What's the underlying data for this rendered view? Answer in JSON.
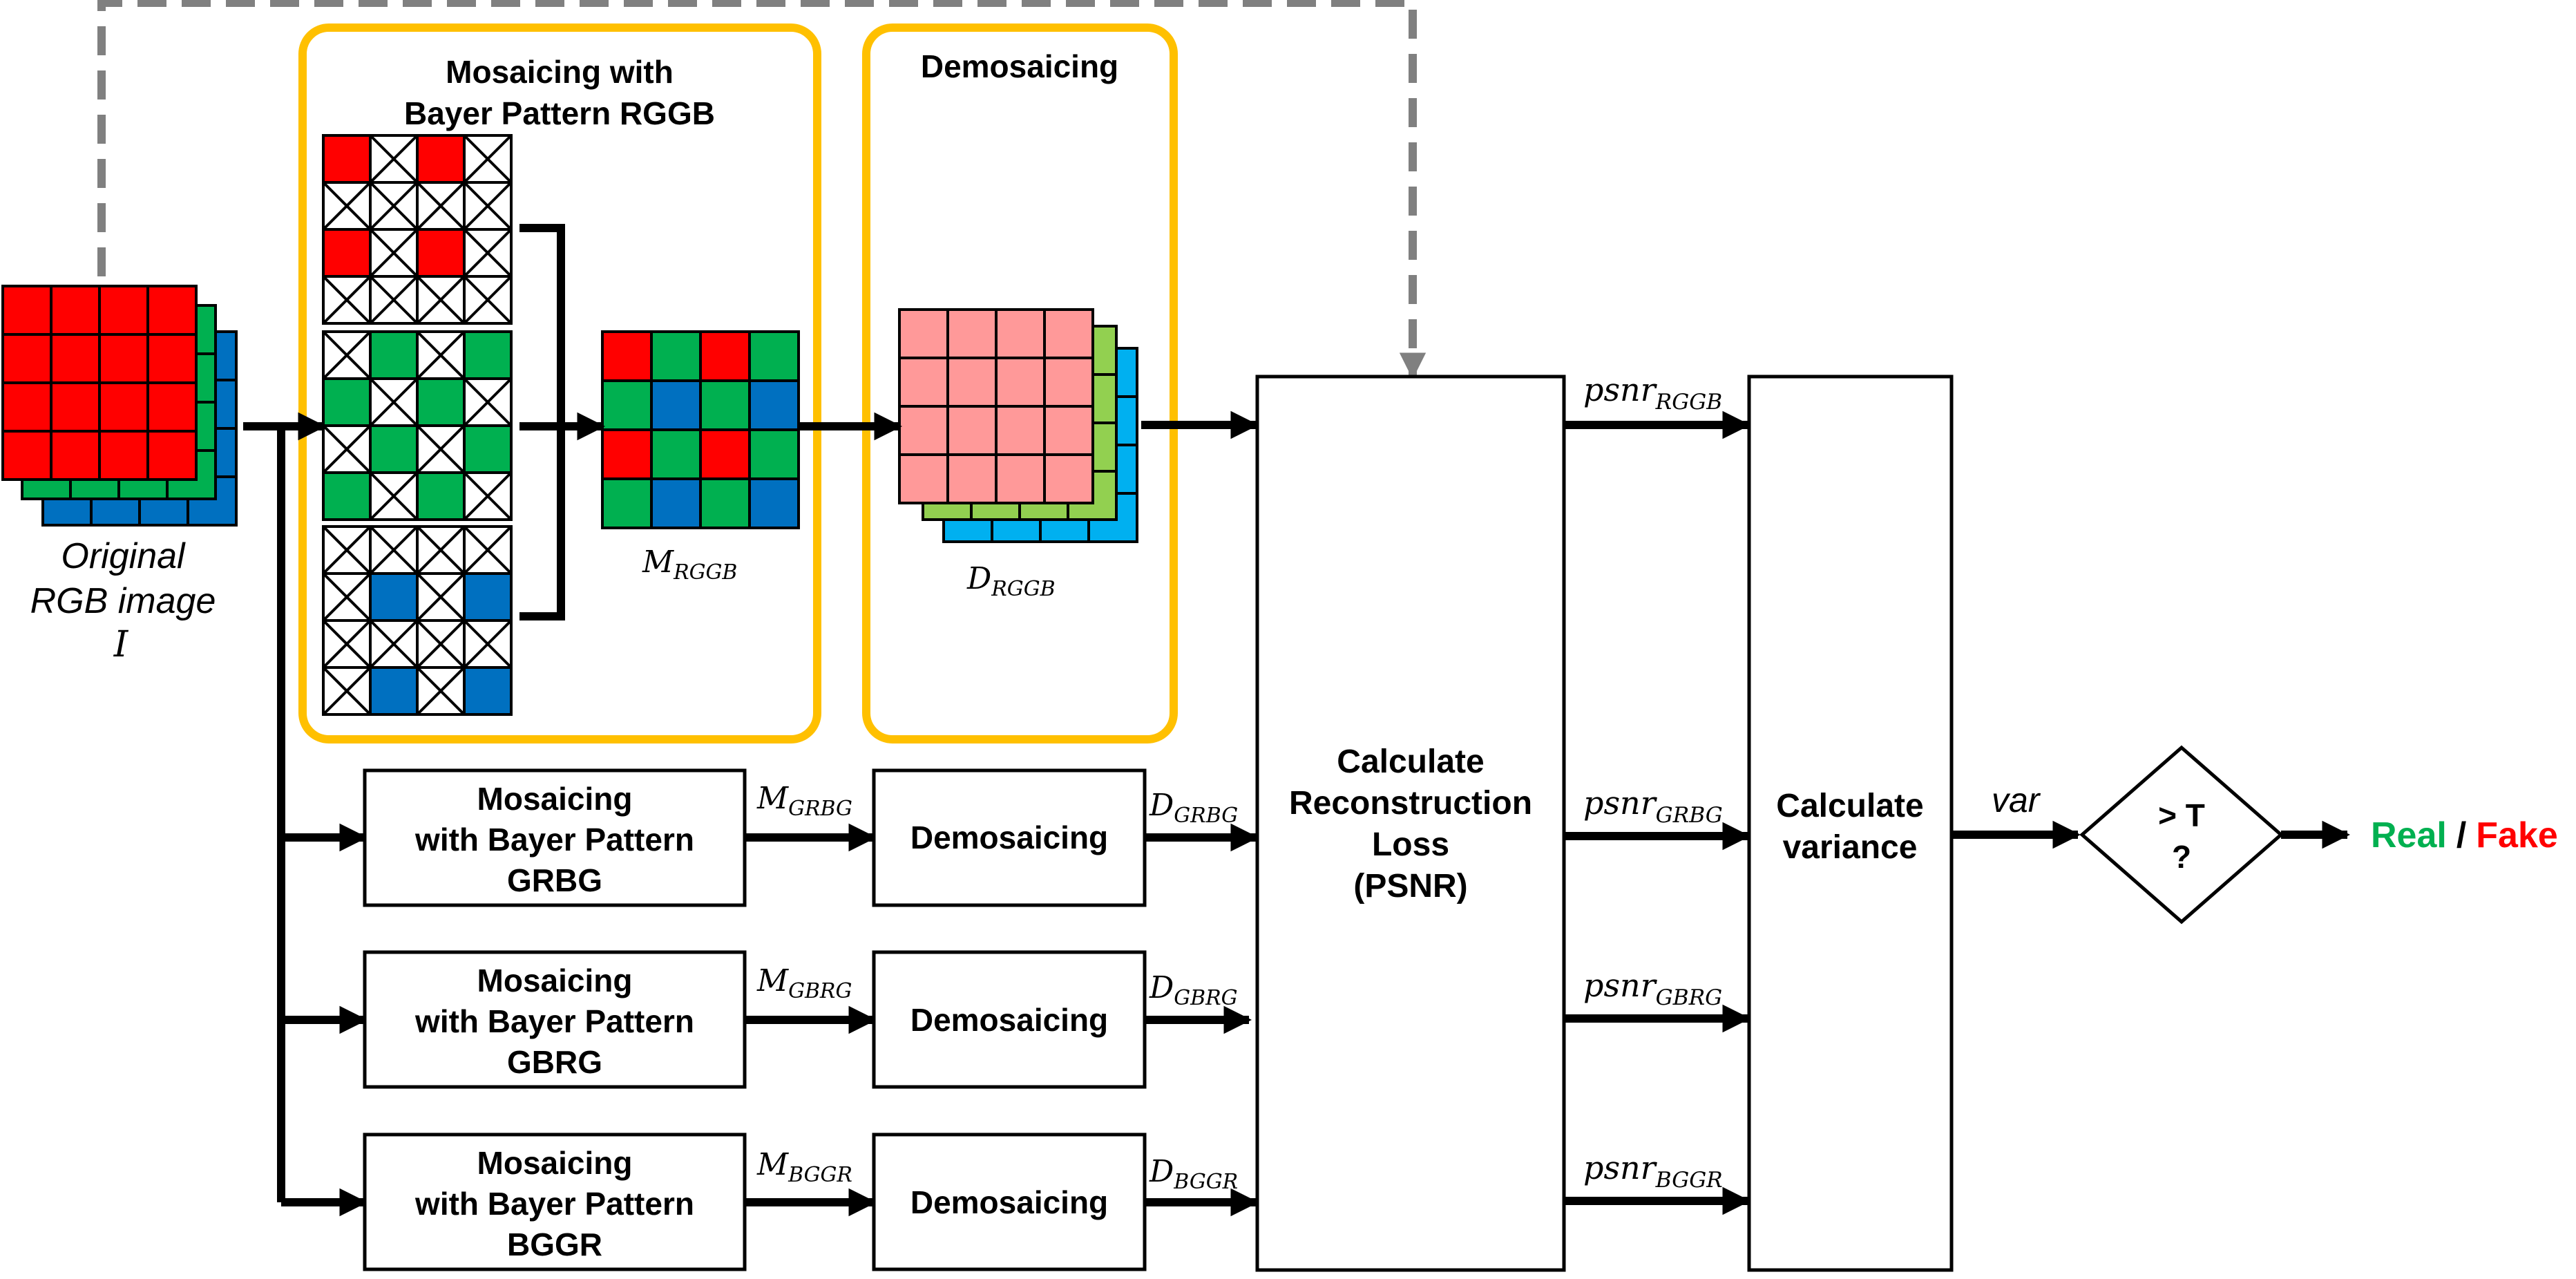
{
  "original": {
    "line1": "Original",
    "line2": "RGB image",
    "symbol": "I"
  },
  "rggb_box": {
    "title_line1": "Mosaicing with",
    "title_line2": "Bayer Pattern RGGB",
    "mosaic_main": "M",
    "mosaic_sub": "RGGB"
  },
  "demosaic_box": {
    "title": "Demosaicing",
    "out_main": "D",
    "out_sub": "RGGB"
  },
  "rows": [
    {
      "line1": "Mosaicing",
      "line2": "with Bayer Pattern",
      "line3": "GRBG",
      "m_main": "M",
      "m_sub": "GRBG",
      "demosaic": "Demosaicing",
      "d_main": "D",
      "d_sub": "GRBG"
    },
    {
      "line1": "Mosaicing",
      "line2": "with Bayer Pattern",
      "line3": "GBRG",
      "m_main": "M",
      "m_sub": "GBRG",
      "demosaic": "Demosaicing",
      "d_main": "D",
      "d_sub": "GBRG"
    },
    {
      "line1": "Mosaicing",
      "line2": "with Bayer Pattern",
      "line3": "BGGR",
      "m_main": "M",
      "m_sub": "BGGR",
      "demosaic": "Demosaicing",
      "d_main": "D",
      "d_sub": "BGGR"
    }
  ],
  "loss_box": {
    "line1": "Calculate",
    "line2": "Reconstruction",
    "line3": "Loss",
    "line4": "(PSNR)"
  },
  "psnr": [
    {
      "main": "psnr",
      "sub": "RGGB"
    },
    {
      "main": "psnr",
      "sub": "GRBG"
    },
    {
      "main": "psnr",
      "sub": "GBRG"
    },
    {
      "main": "psnr",
      "sub": "BGGR"
    }
  ],
  "variance_box": {
    "line1": "Calculate",
    "line2": "variance"
  },
  "var_label": "var",
  "decision": {
    "line1": "> T",
    "line2": "?"
  },
  "result": {
    "real": "Real",
    "sep": "/",
    "fake": "Fake"
  },
  "colors": {
    "red": "#ff0000",
    "green": "#00b050",
    "blue": "#0070c0",
    "pink": "#ff9999",
    "lightgreen": "#92d050",
    "lightblue": "#00b0f0",
    "highlight": "#ffc000",
    "dashed": "#808080"
  }
}
